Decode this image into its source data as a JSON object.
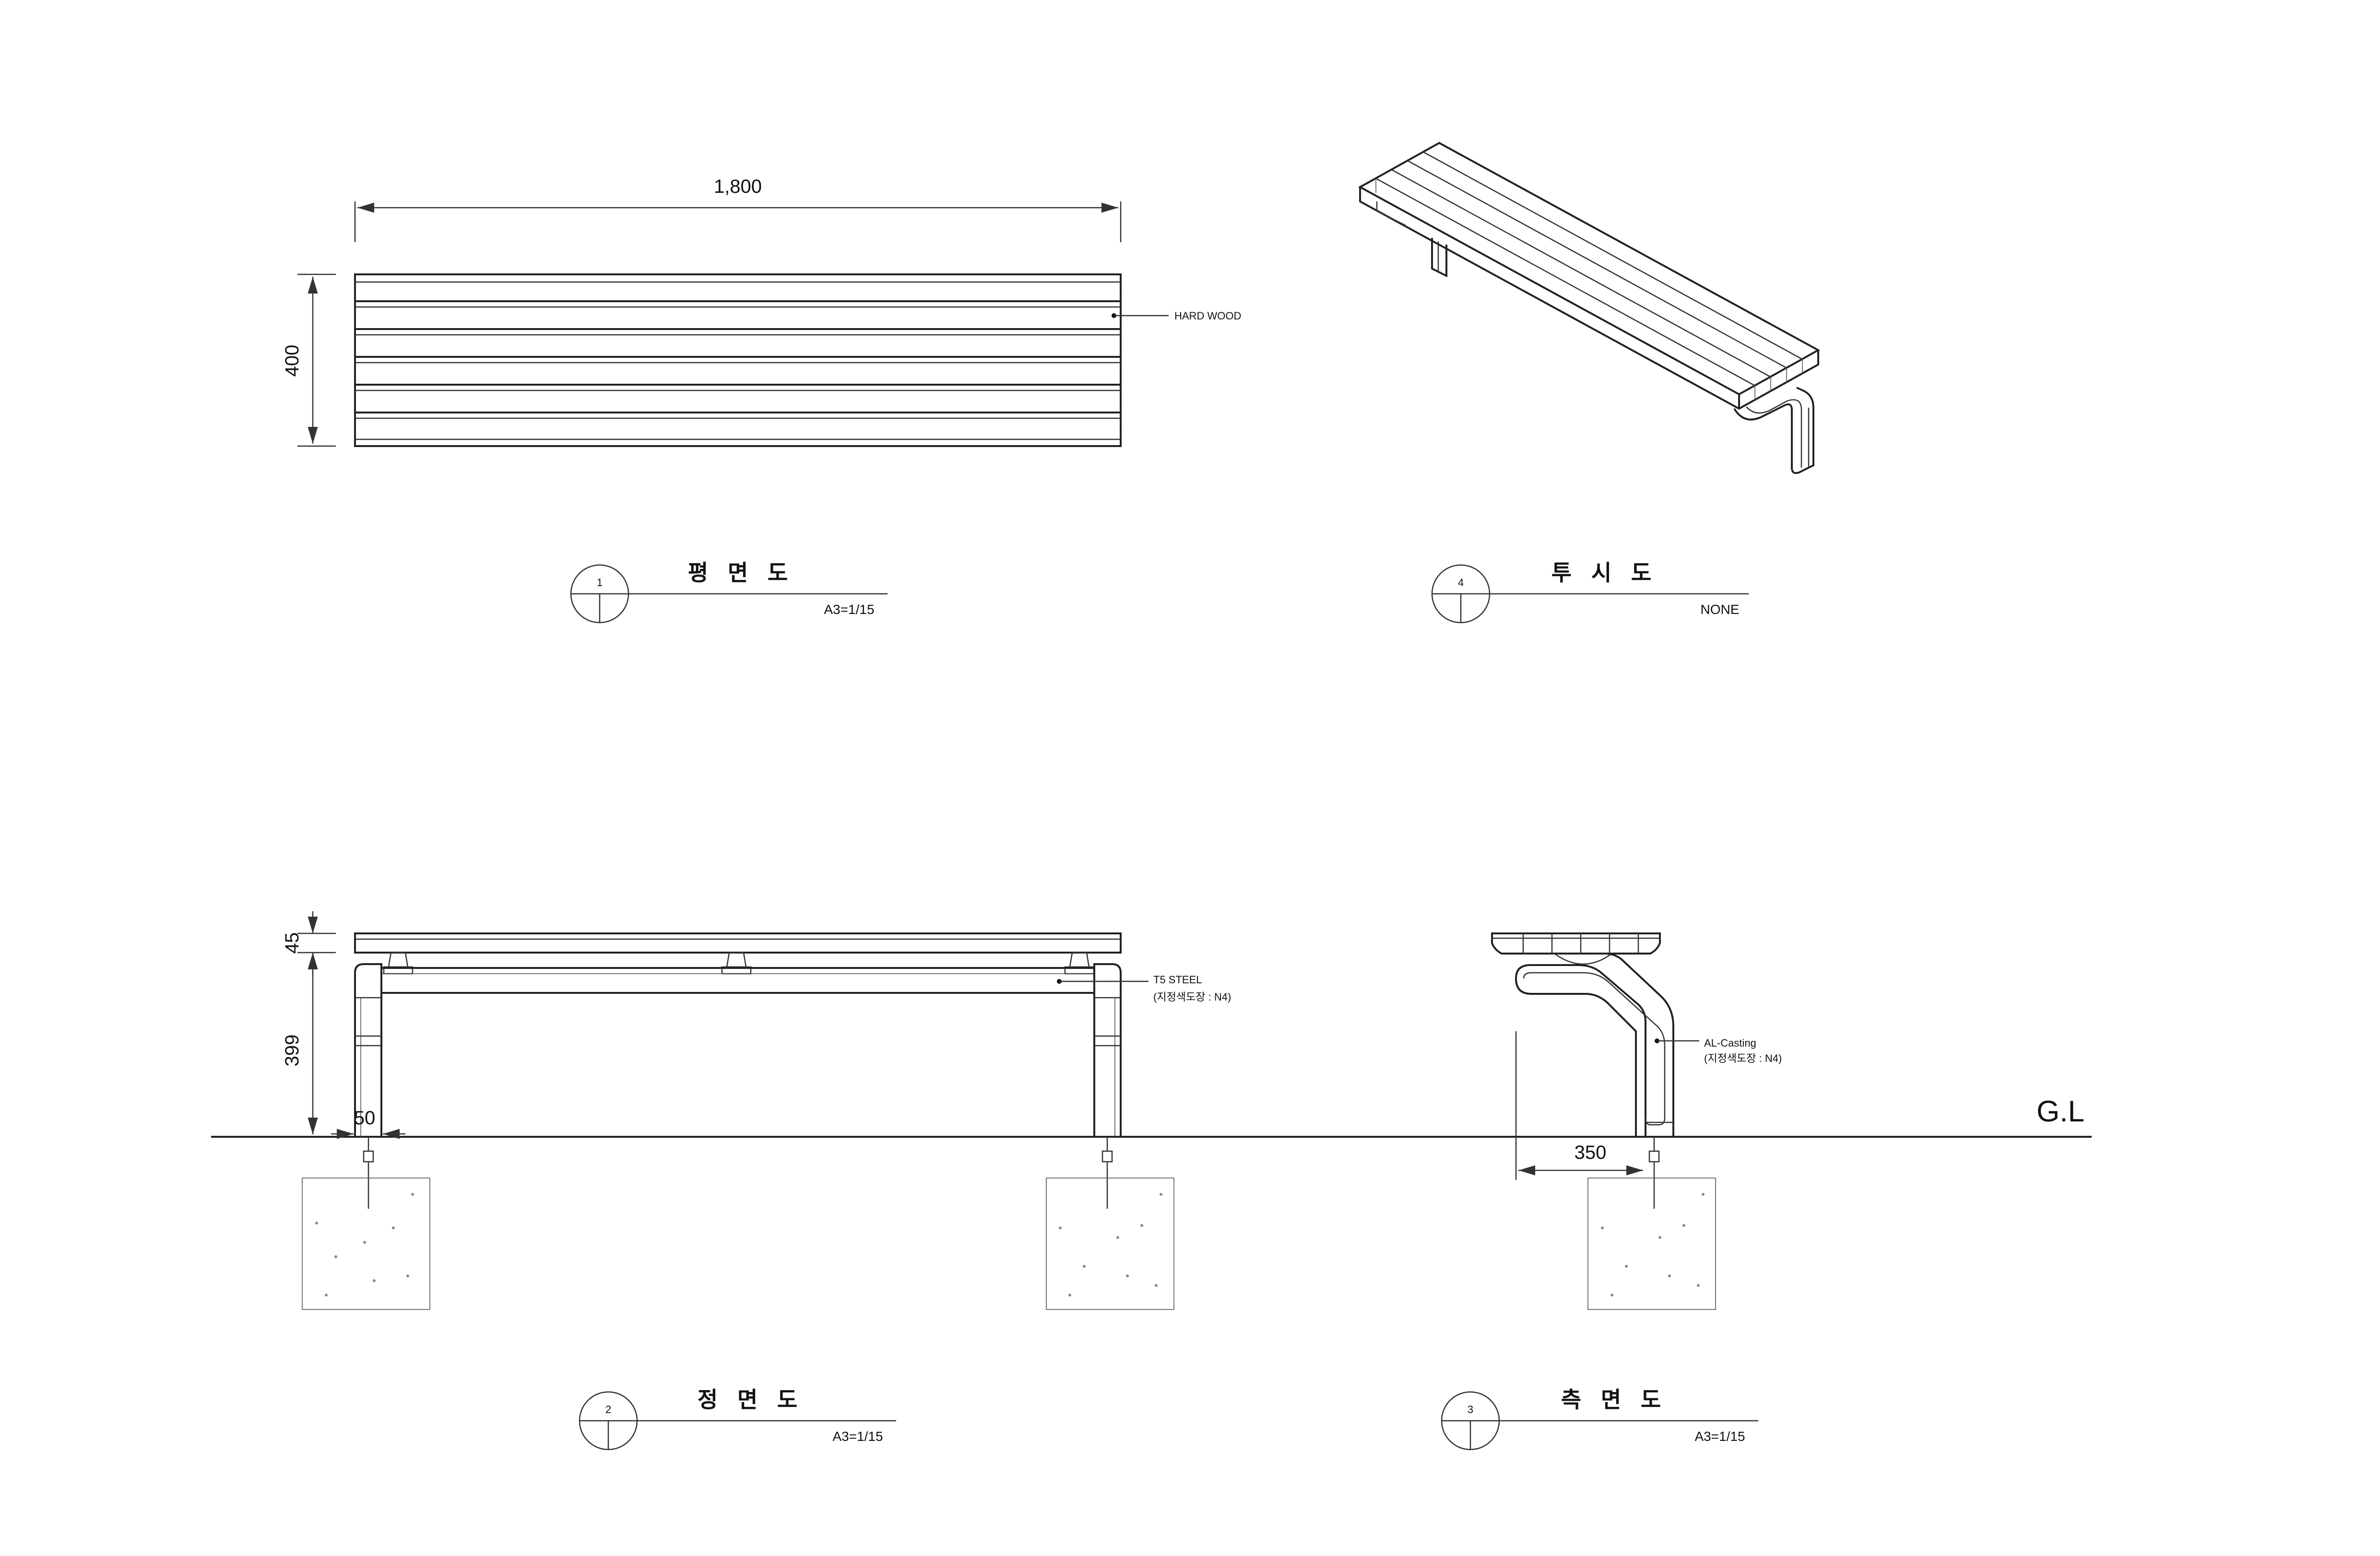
{
  "plan": {
    "dim_length": "1,800",
    "dim_width": "400",
    "note_material": "HARD WOOD",
    "title": "평 면 도",
    "number": "1",
    "scale": "A3=1/15"
  },
  "perspective": {
    "title": "투 시 도",
    "number": "4",
    "scale": "NONE"
  },
  "front": {
    "dim_top": "45",
    "dim_height": "399",
    "dim_leg": "50",
    "note_frame_1": "T5 STEEL",
    "note_frame_2": "(지정색도장 : N4)",
    "title": "정 면 도",
    "number": "2",
    "scale": "A3=1/15"
  },
  "side": {
    "dim_depth": "350",
    "note_leg_1": "AL-Casting",
    "note_leg_2": "(지정색도장 : N4)",
    "title": "측 면 도",
    "number": "3",
    "scale": "A3=1/15"
  },
  "ground_label": "G.L"
}
